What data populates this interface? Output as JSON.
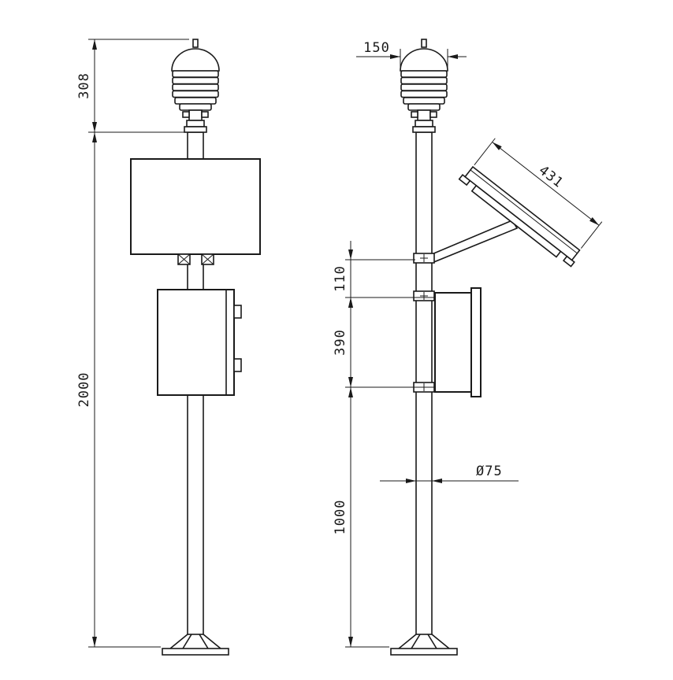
{
  "drawing": {
    "background": "#ffffff",
    "line_color": "#1a1a1a",
    "views": {
      "front": {
        "sensor_height_mm": "308",
        "pole_height_mm": "2000"
      },
      "side": {
        "sensor_width_mm": "150",
        "solar_panel_length_mm": "431",
        "upper_bracket_spacing_mm": "110",
        "box_section_height_mm": "390",
        "lower_pole_height_mm": "1000",
        "pole_diameter": "Ø75"
      }
    }
  }
}
